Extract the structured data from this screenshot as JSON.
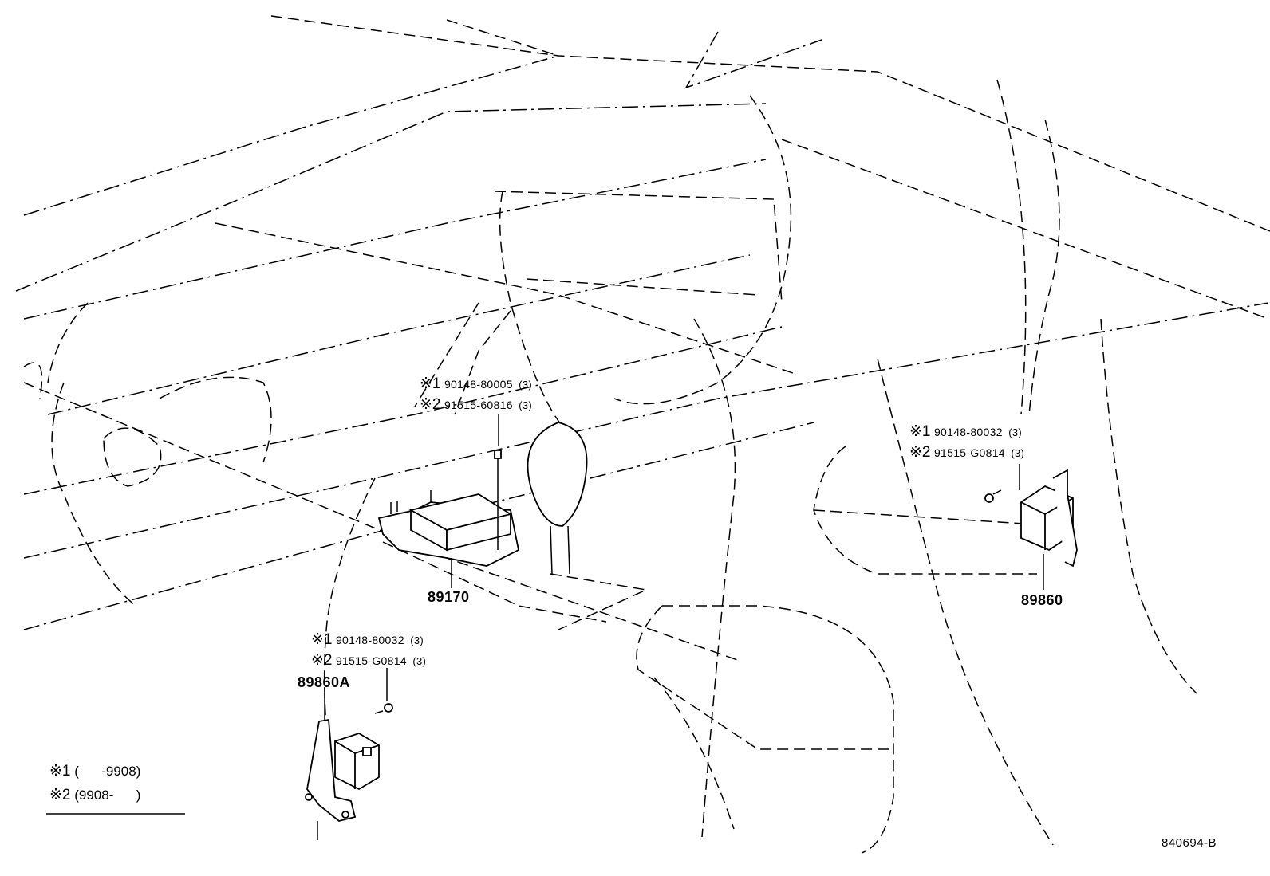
{
  "callouts": {
    "center_module": {
      "line1": {
        "mark": "※1",
        "part": "90148-80005",
        "qty": "(3)"
      },
      "line2": {
        "mark": "※2",
        "part": "91515-60816",
        "qty": "(3)"
      }
    },
    "right_sensor": {
      "line1": {
        "mark": "※1",
        "part": "90148-80032",
        "qty": "(3)"
      },
      "line2": {
        "mark": "※2",
        "part": "91515-G0814",
        "qty": "(3)"
      }
    },
    "left_sensor": {
      "line1": {
        "mark": "※1",
        "part": "90148-80032",
        "qty": "(3)"
      },
      "line2": {
        "mark": "※2",
        "part": "91515-G0814",
        "qty": "(3)"
      }
    }
  },
  "parts": {
    "center_module": "89170",
    "right_sensor": "89860",
    "left_sensor": "89860A"
  },
  "legend": {
    "row1": {
      "mark": "※1",
      "range": "(      -9908)"
    },
    "row2": {
      "mark": "※2",
      "range": "(9908-      )"
    }
  },
  "diagram_id": "840694-B"
}
